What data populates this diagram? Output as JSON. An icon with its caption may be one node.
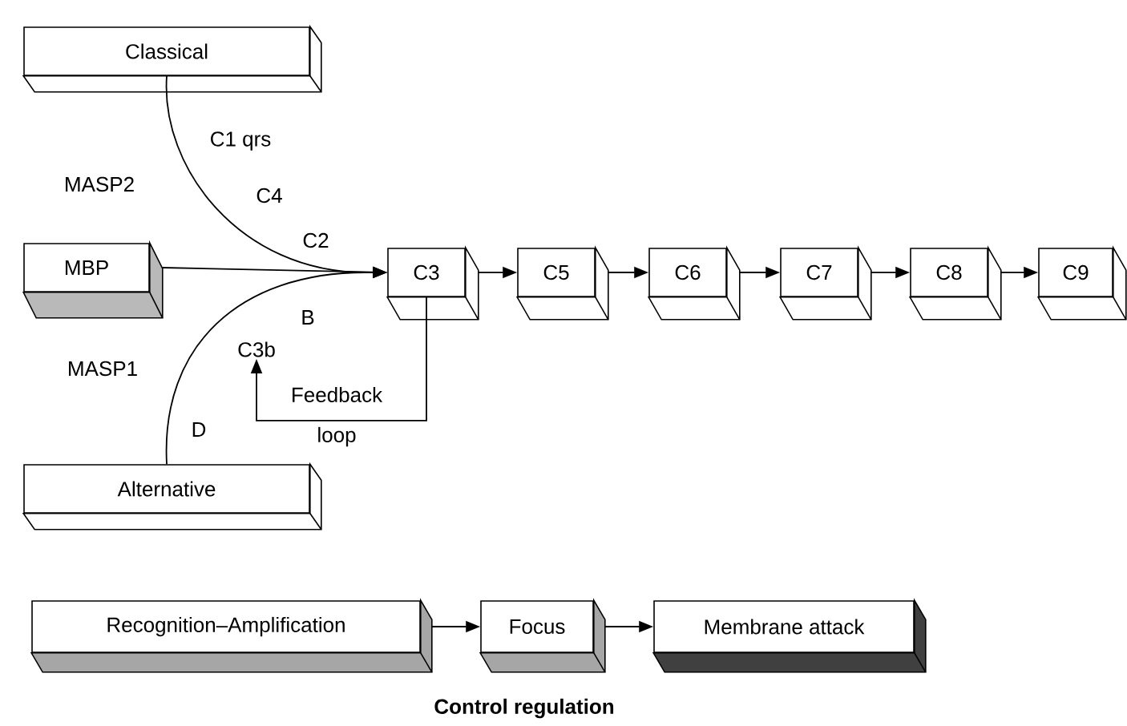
{
  "diagram": {
    "nodes": [
      {
        "text": [
          "Classical"
        ]
      },
      {
        "text": [
          "MBP"
        ]
      },
      {
        "text": [
          "C3"
        ]
      },
      {
        "text": [
          "C5"
        ]
      },
      {
        "text": [
          "C6"
        ]
      },
      {
        "text": [
          "C7"
        ]
      },
      {
        "text": [
          "C8"
        ]
      },
      {
        "text": [
          "C9"
        ]
      },
      {
        "text": [
          "C3b"
        ]
      },
      {
        "text": [
          "Alternative"
        ]
      },
      {
        "text": [
          "Recognition–Amplification"
        ]
      },
      {
        "text": [
          "Focus"
        ]
      },
      {
        "text": [
          "Membrane attack"
        ]
      }
    ],
    "edges": [
      {
        "from": 0,
        "to": 2,
        "arrow": "to"
      },
      {
        "from": 1,
        "to": 2,
        "arrow": "to"
      },
      {
        "from": 9,
        "to": 2,
        "arrow": "to"
      },
      {
        "from": 2,
        "to": 3,
        "arrow": "to"
      },
      {
        "from": 3,
        "to": 4,
        "arrow": "to"
      },
      {
        "from": 4,
        "to": 5,
        "arrow": "to"
      },
      {
        "from": 5,
        "to": 6,
        "arrow": "to"
      },
      {
        "from": 6,
        "to": 7,
        "arrow": "to"
      },
      {
        "from": 2,
        "to": 8,
        "arrow": "to",
        "label": "Feedback loop"
      },
      {
        "from": 10,
        "to": 11,
        "arrow": "to"
      },
      {
        "from": 11,
        "to": 12,
        "arrow": "to"
      }
    ],
    "labels": [
      "C1 qrs",
      "MASP2",
      "C4",
      "C2",
      "B",
      "MASP1",
      "D",
      "Control regulation"
    ]
  }
}
